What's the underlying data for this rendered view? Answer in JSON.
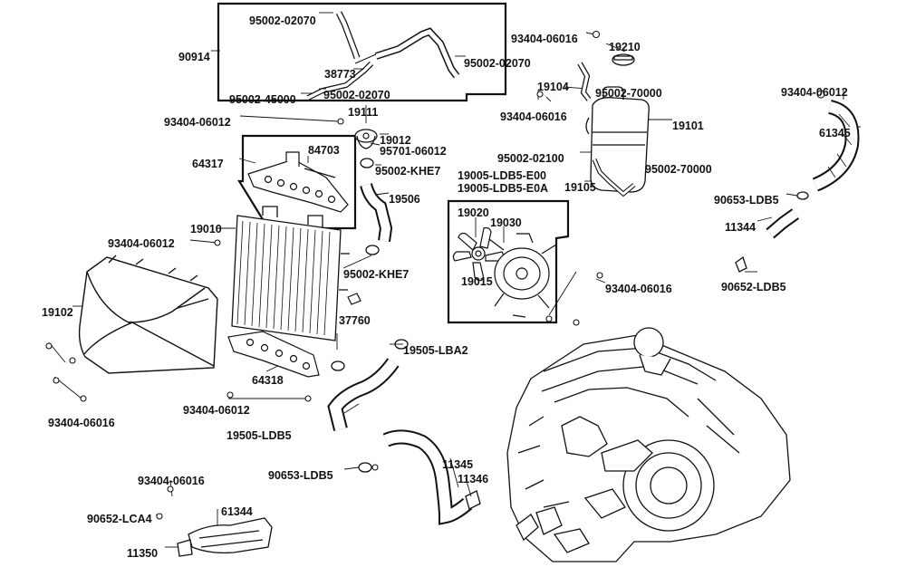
{
  "diagram": {
    "part_labels": [
      "95002-02070",
      "90914",
      "95002-02070",
      "38773",
      "95002-45000",
      "95002-02070",
      "93404-06016",
      "19210",
      "19104",
      "95002-70000",
      "93404-06016",
      "19101",
      "93404-06012",
      "61345",
      "19111",
      "93404-06012",
      "19012",
      "95701-06012",
      "84703",
      "64317",
      "95002-KHE7",
      "95002-02100",
      "95002-70000",
      "19005-LDB5-E00",
      "19005-LDB5-E0A",
      "19105",
      "19506",
      "90653-LDB5",
      "19020",
      "19030",
      "19010",
      "11344",
      "93404-06012",
      "95002-KHE7",
      "19015",
      "93404-06016",
      "90652-LDB5",
      "19102",
      "37760",
      "19505-LBA2",
      "64318",
      "93404-06012",
      "93404-06016",
      "19505-LDB5",
      "11345",
      "90653-LDB5",
      "11346",
      "93404-06016",
      "61344",
      "90652-LCA4",
      "11350"
    ]
  }
}
